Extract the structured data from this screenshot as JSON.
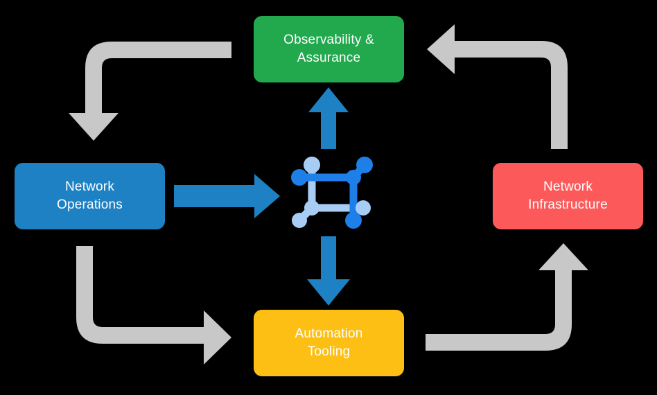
{
  "diagram": {
    "title": "Network Operations Lifecycle Cycle Diagram",
    "background_color": "#000000",
    "nodes": [
      {
        "id": "observability",
        "label": "Observability &\nAssurance",
        "color": "#22A94E",
        "text_color": "#FFFFFF",
        "position": "top"
      },
      {
        "id": "network-operations",
        "label": "Network\nOperations",
        "color": "#1E81C4",
        "text_color": "#FFFFFF",
        "position": "left"
      },
      {
        "id": "network-infrastructure",
        "label": "Network\nInfrastructure",
        "color": "#FC5A5A",
        "text_color": "#FFFFFF",
        "position": "right"
      },
      {
        "id": "automation-tooling",
        "label": "Automation\nTooling",
        "color": "#FDBF14",
        "text_color": "#FFFFFF",
        "position": "bottom"
      }
    ],
    "center_icon": {
      "name": "network-topology-icon",
      "primary_color": "#1F7FE8",
      "secondary_color": "#A8CDF5"
    },
    "arrows": {
      "accent_color": "#1E81C4",
      "flow_color": "#C8C8C8",
      "straight": [
        {
          "id": "ops-to-center",
          "direction": "right",
          "color": "#1E81C4"
        },
        {
          "id": "center-to-observability",
          "direction": "up",
          "color": "#1E81C4"
        },
        {
          "id": "center-to-automation",
          "direction": "down",
          "color": "#1E81C4"
        }
      ],
      "elbow": [
        {
          "id": "observability-to-operations",
          "from": "observability",
          "to": "network-operations",
          "color": "#C8C8C8"
        },
        {
          "id": "infrastructure-to-observability",
          "from": "network-infrastructure",
          "to": "observability",
          "color": "#C8C8C8"
        },
        {
          "id": "operations-to-automation",
          "from": "network-operations",
          "to": "automation-tooling",
          "color": "#C8C8C8"
        },
        {
          "id": "automation-to-infrastructure",
          "from": "automation-tooling",
          "to": "network-infrastructure",
          "color": "#C8C8C8"
        }
      ]
    }
  }
}
